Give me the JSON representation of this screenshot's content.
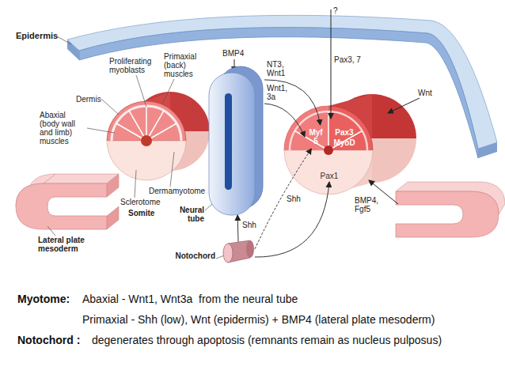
{
  "diagram": {
    "nodes": [
      {
        "text": [
          "Neural tube"
        ]
      },
      {
        "text": [
          "Notochord"
        ]
      },
      {
        "text": [
          "Myf 5"
        ]
      },
      {
        "text": [
          "Pax3",
          "MyoD"
        ]
      },
      {
        "text": [
          "Pax1"
        ]
      }
    ],
    "edges": [
      {
        "from": 1,
        "to": 0,
        "label": "Shh",
        "arrow": "to"
      },
      {
        "from": 0,
        "to": 2,
        "label": "NT3, Wnt1",
        "arrow": "to"
      },
      {
        "from": 0,
        "to": 2,
        "label": "Wnt1, 3a",
        "arrow": "to"
      },
      {
        "from": 1,
        "to": 2,
        "label": "Shh",
        "arrow": "to"
      },
      {
        "from": 1,
        "to": 4,
        "arrow": "to"
      }
    ],
    "labels": [
      "Epidermis",
      "BMP4",
      "Proliferating myoblasts",
      "Primaxial (back) muscles",
      "?",
      "Pax3, 7",
      "Wnt",
      "Dermis",
      "Abaxial (body wall and limb) muscles",
      "Dermamyotome",
      "Sclerotome",
      "Somite",
      "Lateral plate mesoderm",
      "BMP4, Fgf5",
      "Myotome:",
      "Abaxial - Wnt1, Wnt3a  from the neural tube",
      "Primaxial - Shh (low), Wnt (epidermis) + BMP4 (lateral plate mesoderm)",
      "Notochord :",
      "degenerates through apoptosis (remnants remain as nucleus pulposus)"
    ]
  }
}
